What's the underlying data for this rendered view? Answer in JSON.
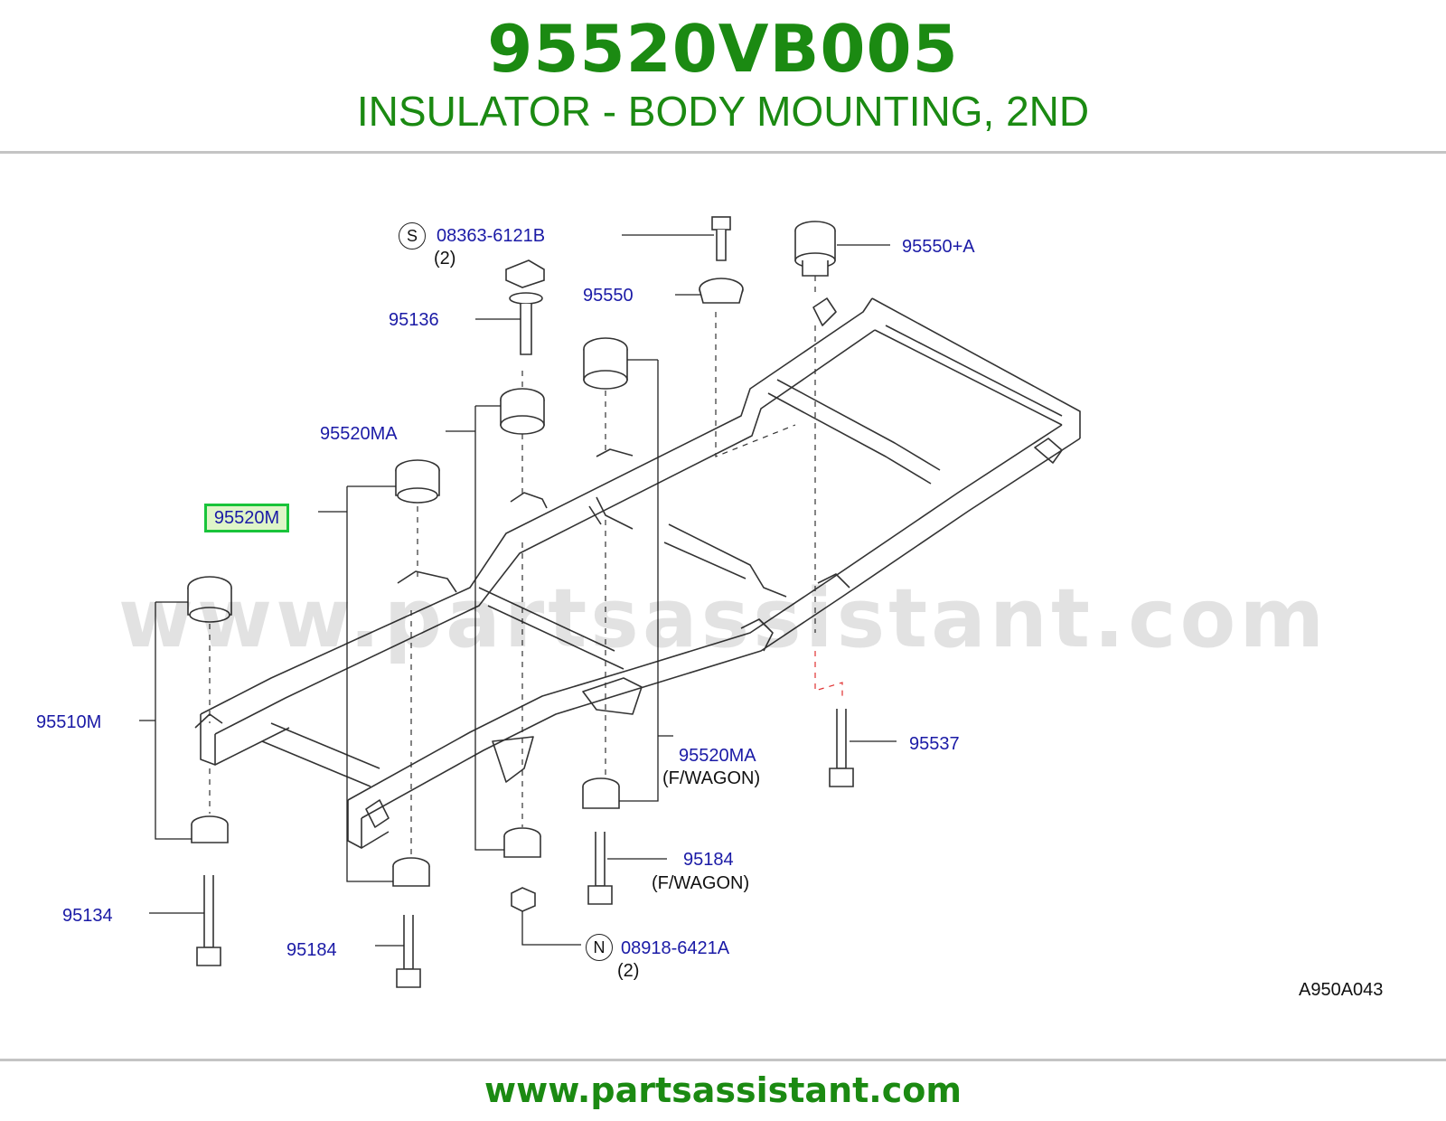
{
  "header": {
    "part_number": "95520VB005",
    "part_name": "INSULATOR - BODY MOUNTING, 2ND"
  },
  "diagram": {
    "watermark": "www.partsassistant.com",
    "figure_code": "A950A043",
    "highlighted_part": "95520M",
    "callouts": {
      "c08363": {
        "symbol": "S",
        "part": "08363-6121B",
        "qty": "(2)"
      },
      "c95550a": {
        "part": "95550+A"
      },
      "c95550": {
        "part": "95550"
      },
      "c95136": {
        "part": "95136"
      },
      "c95520ma_top": {
        "part": "95520MA"
      },
      "c95520m": {
        "part": "95520M"
      },
      "c95510m": {
        "part": "95510M"
      },
      "c95520ma_bot": {
        "part": "95520MA",
        "note": "(F/WAGON)"
      },
      "c95537": {
        "part": "95537"
      },
      "c95184_wagon": {
        "part": "95184",
        "note": "(F/WAGON)"
      },
      "c95134": {
        "part": "95134"
      },
      "c95184": {
        "part": "95184"
      },
      "c08918": {
        "symbol": "N",
        "part": "08918-6421A",
        "qty": "(2)"
      }
    }
  },
  "footer": {
    "site": "www.partsassistant.com"
  },
  "colors": {
    "brand_green": "#1b8a12",
    "label_blue": "#1a1aa6",
    "highlight_border": "#19c43a",
    "highlight_fill": "#dff5c8"
  }
}
